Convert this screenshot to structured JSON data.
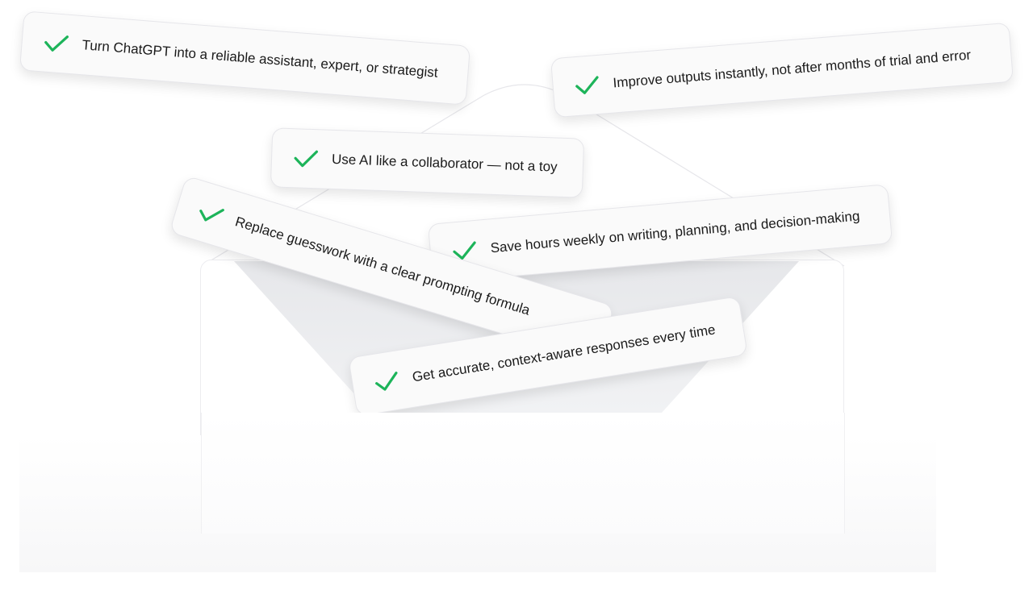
{
  "accent_color": "#1db45a",
  "benefits": [
    {
      "text": "Turn ChatGPT into a reliable assistant, expert, or strategist",
      "icon": "check-icon"
    },
    {
      "text": "Improve outputs instantly, not after months of trial and error",
      "icon": "check-icon"
    },
    {
      "text": "Use AI like a collaborator — not a toy",
      "icon": "check-icon"
    },
    {
      "text": "Replace guesswork with a clear prompting formula",
      "icon": "check-icon"
    },
    {
      "text": "Save hours weekly on writing, planning, and decision-making",
      "icon": "check-icon"
    },
    {
      "text": "Get accurate, context-aware responses every time",
      "icon": "check-icon"
    }
  ]
}
